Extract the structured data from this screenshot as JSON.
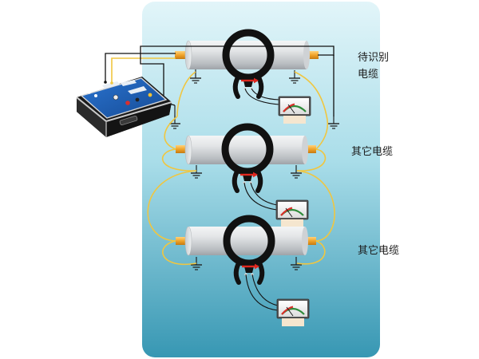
{
  "labels": {
    "target_line1": "待识别",
    "target_line2": "电缆",
    "other_cable_1": "其它电缆",
    "other_cable_2": "其它电缆"
  },
  "colors": {
    "background_top": "#d7f1f6",
    "background_bottom": "#3aa3bd",
    "cable_body": "#d9dcde",
    "cable_end": "#f0a42a",
    "clamp": "#111111",
    "wire_black": "#111111",
    "wire_yellow": "#f0c640",
    "instrument_panel": "#1f5fb5",
    "meter_red_arc": "#d9302a",
    "meter_green_arc": "#2e8b3a"
  },
  "icons": [
    "ground-symbol-icon",
    "meter-icon",
    "clamp-arrow-icon"
  ]
}
